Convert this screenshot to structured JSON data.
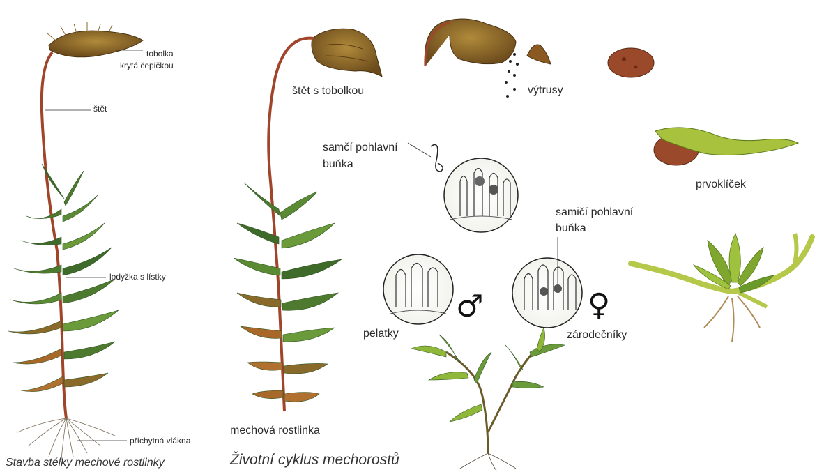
{
  "left_panel": {
    "labels": {
      "capsule": "tobolka",
      "capsule2": "krytá čepičkou",
      "seta": "štět",
      "stem": "lodyžka s lístky",
      "rhizoids": "příchytná vlákna"
    },
    "caption": "Stavba stélky mechové rostlinky"
  },
  "right_panel": {
    "labels": {
      "seta_capsule": "štět s tobolkou",
      "spores": "výtrusy",
      "sperm1": "samčí pohlavní",
      "sperm2": "buňka",
      "protonema": "prvoklíček",
      "egg1": "samičí pohlavní",
      "egg2": "buňka",
      "antheridia": "pelatky",
      "archegonia": "zárodečníky",
      "plant": "mechová rostlinka"
    },
    "symbols": {
      "male": "♂",
      "female": "♀"
    },
    "caption": "Životní cyklus mechorostů"
  },
  "colors": {
    "leaf_dark": "#3f6b2a",
    "leaf_light": "#8fb83a",
    "seta": "#a0442a",
    "capsule": "#7a5a24",
    "protonema": "#a9c23d",
    "spore_brown": "#9a4a2a"
  }
}
